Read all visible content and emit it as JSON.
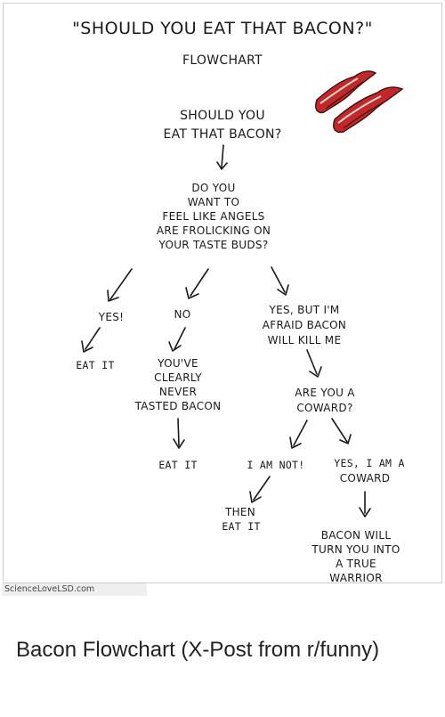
{
  "flowchart": {
    "title": "\"SHOULD YOU EAT THAT BACON?\"",
    "subtitle": "FLOWCHART",
    "start_question": [
      "SHOULD YOU",
      "EAT THAT BACON?"
    ],
    "second_question": [
      "DO YOU",
      "WANT TO",
      "FEEL LIKE ANGELS",
      "ARE FROLICKING ON",
      "YOUR TASTE BUDS?"
    ],
    "answer_yes": "YES!",
    "answer_no": "NO",
    "answer_yes_but": [
      "YES, BUT I'M",
      "AFRAID BACON",
      "WILL KILL ME"
    ],
    "eat_it_1": "EAT IT",
    "never_tasted": [
      "YOU'VE",
      "CLEARLY",
      "NEVER",
      "TASTED BACON"
    ],
    "coward_question": [
      "ARE YOU A",
      "COWARD?"
    ],
    "eat_it_2": "EAT IT",
    "i_am_not": "I AM NOT!",
    "yes_coward": [
      "YES, I AM A",
      "COWARD"
    ],
    "then_eat_it": [
      "THEN",
      "EAT IT"
    ],
    "warrior": [
      "BACON WILL",
      "TURN YOU INTO",
      "A TRUE",
      "WARRIOR"
    ],
    "bacon_image": "bacon-strips-illustration"
  },
  "source_label": "ScienceLoveLSD.com",
  "caption": "Bacon Flowchart (X-Post from r/funny)",
  "colors": {
    "bacon_red": "#c0282a",
    "bacon_dark": "#5a1212",
    "ink": "#1a1a1a"
  }
}
